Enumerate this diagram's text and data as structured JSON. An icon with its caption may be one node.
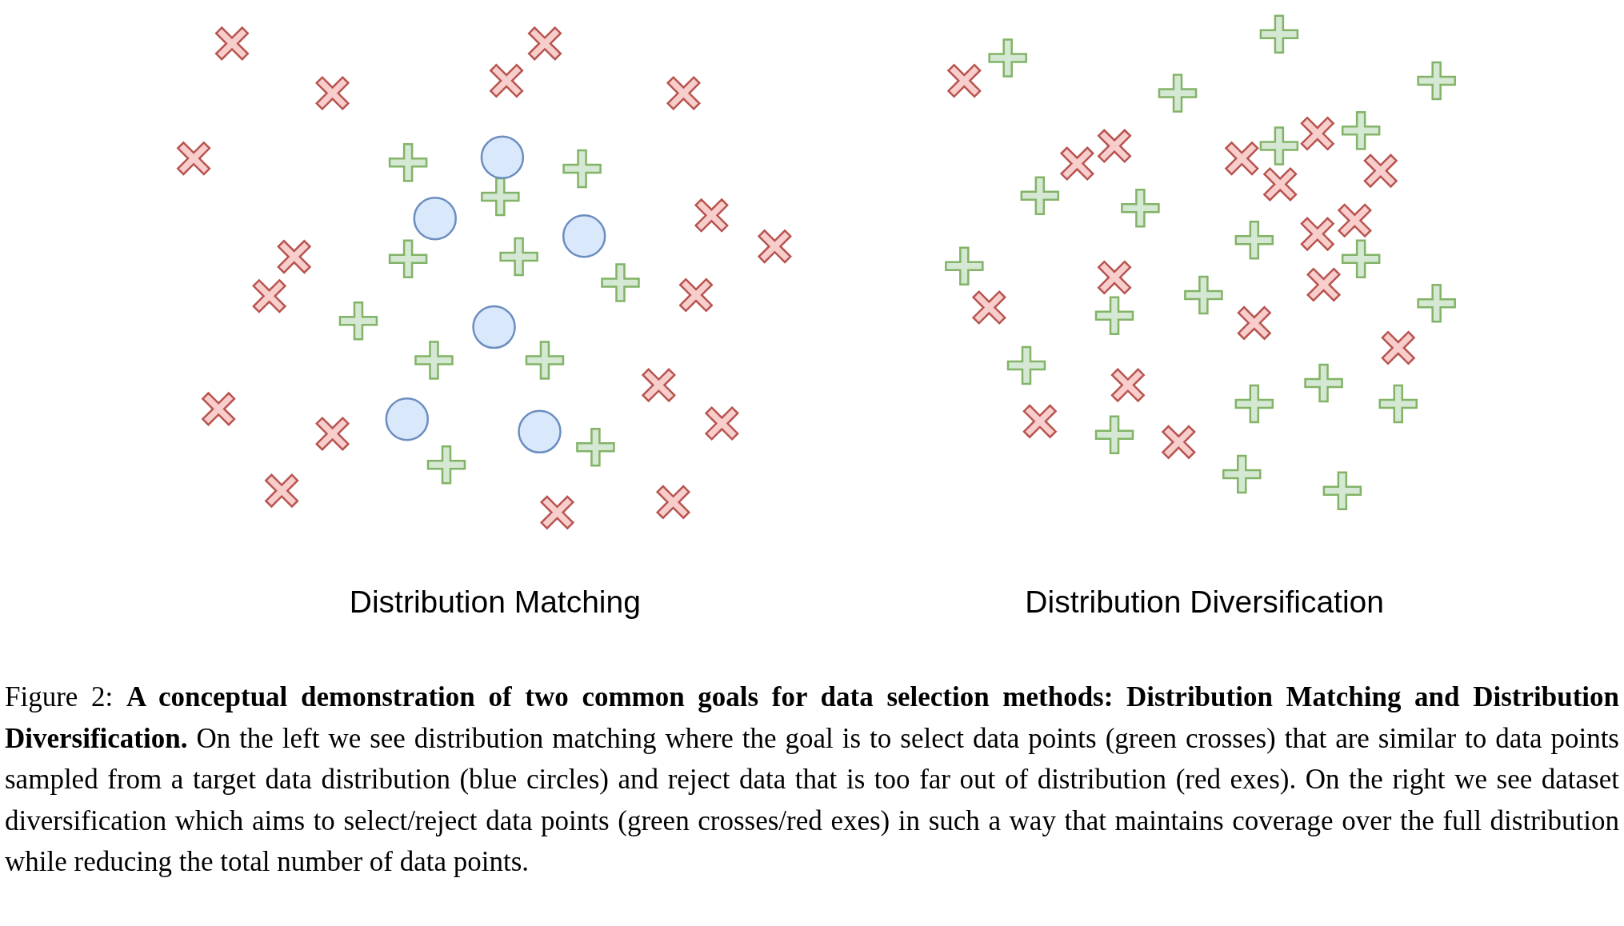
{
  "diagram": {
    "labels": [
      "Distribution Matching",
      "Distribution Diversification"
    ],
    "caption": "Figure 2: **A conceptual demonstration of two common goals for data selection methods: Distribution Matching and Distribution Diversification.** On the left we see distribution matching where the goal is to select data points (green crosses) that are similar to data points sampled from a target data distribution (blue circles) and reject data that is too far out of distribution (red exes). On the right we see dataset diversification which aims to select/reject data points (green crosses/red exes) in such a way that maintains coverage over the full distribution while reducing the total number of data points."
  }
}
